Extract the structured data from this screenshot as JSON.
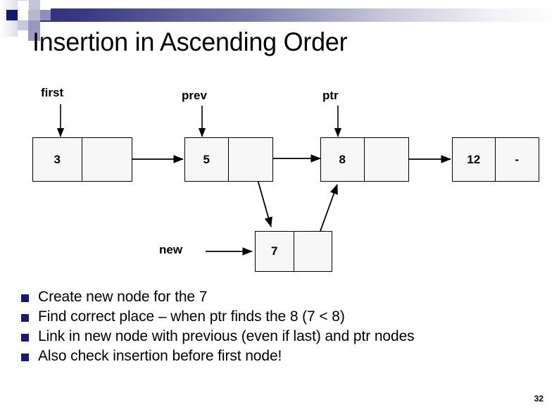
{
  "slide": {
    "title": "Insertion in Ascending Order",
    "page_number": "32",
    "bullet_color": "#191970"
  },
  "diagram": {
    "pointer_labels": [
      {
        "name": "first",
        "text": "first"
      },
      {
        "name": "prev",
        "text": "prev"
      },
      {
        "name": "ptr",
        "text": "ptr"
      },
      {
        "name": "new",
        "text": "new"
      }
    ],
    "nodes": [
      {
        "name": "node-3",
        "data": "3",
        "link": ""
      },
      {
        "name": "node-5",
        "data": "5",
        "link": ""
      },
      {
        "name": "node-8",
        "data": "8",
        "link": ""
      },
      {
        "name": "node-12",
        "data": "12",
        "link": "-"
      },
      {
        "name": "node-7",
        "data": "7",
        "link": ""
      }
    ]
  },
  "bullets": [
    {
      "text": "Create new node for the 7"
    },
    {
      "text": "Find correct place – when ptr finds the 8 (7 < 8)"
    },
    {
      "text": "Link in new node with previous (even if last) and ptr nodes"
    },
    {
      "text": "Also check insertion before first node!"
    }
  ]
}
